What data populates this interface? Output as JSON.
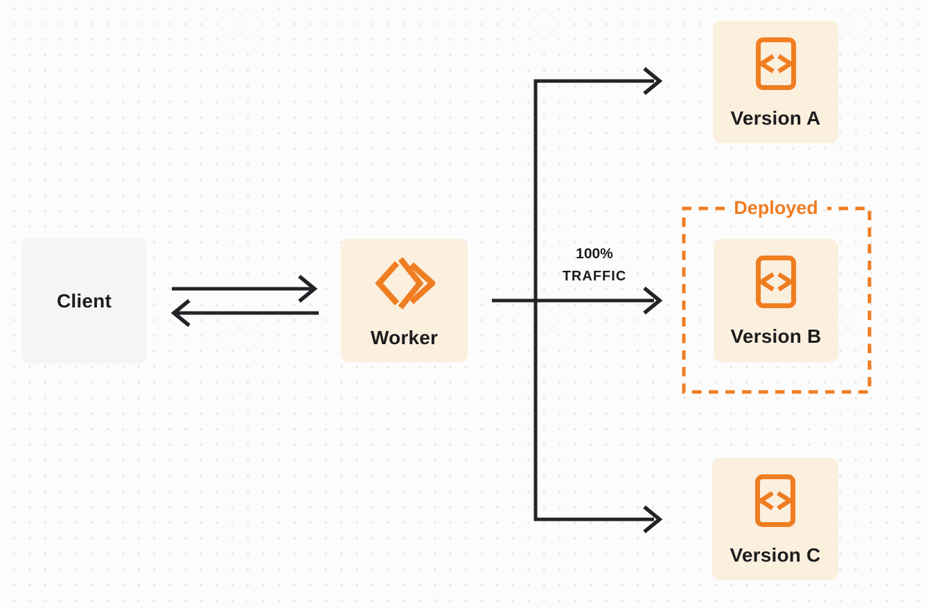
{
  "colors": {
    "accent_orange": "#EF7D22",
    "node_fill_orange": "#FBEFDE",
    "node_fill_gray": "#F5F5F6",
    "line_dark": "#232327",
    "text_dark": "#1D1D1F",
    "background": "#FCFCFC",
    "dot": "#E9E9E9"
  },
  "icons": {
    "worker": "workers-double-chevron-logo",
    "version": "code-file"
  },
  "nodes": {
    "client": {
      "label": "Client"
    },
    "worker": {
      "label": "Worker"
    },
    "version_a": {
      "label": "Version A"
    },
    "version_b": {
      "label": "Version B"
    },
    "version_c": {
      "label": "Version C"
    }
  },
  "annotations": {
    "traffic_line1": "100%",
    "traffic_line2": "TRAFFIC",
    "deployed": "Deployed"
  }
}
